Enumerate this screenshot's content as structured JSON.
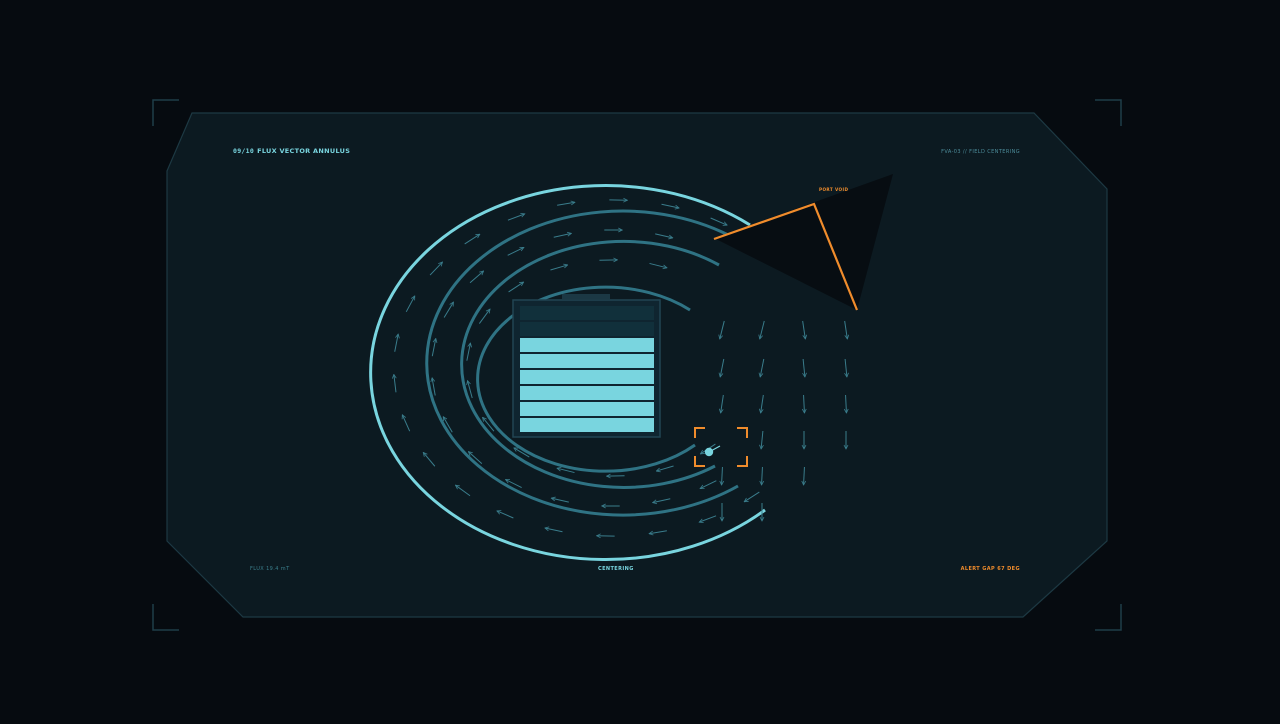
{
  "panel": {
    "index": "09/10",
    "title": "FLUX VECTOR ANNULUS",
    "header_right": "FVA-03 // FIELD CENTERING"
  },
  "footer": {
    "left": "FLUX 19.4 mT",
    "center": "CENTERING",
    "right": "ALERT GAP 67 DEG"
  },
  "void_label": "PORT VOID",
  "gauge": {
    "segments_total": 8,
    "segments_filled": 6
  },
  "colors": {
    "background": "#060b10",
    "panel": "#0c1a21",
    "accent": "#79d5df",
    "ring": "#2f7384",
    "alert": "#f08c2c"
  },
  "icons": [
    "corner-bracket-icon",
    "target-reticle-icon",
    "probe-dot-icon"
  ]
}
